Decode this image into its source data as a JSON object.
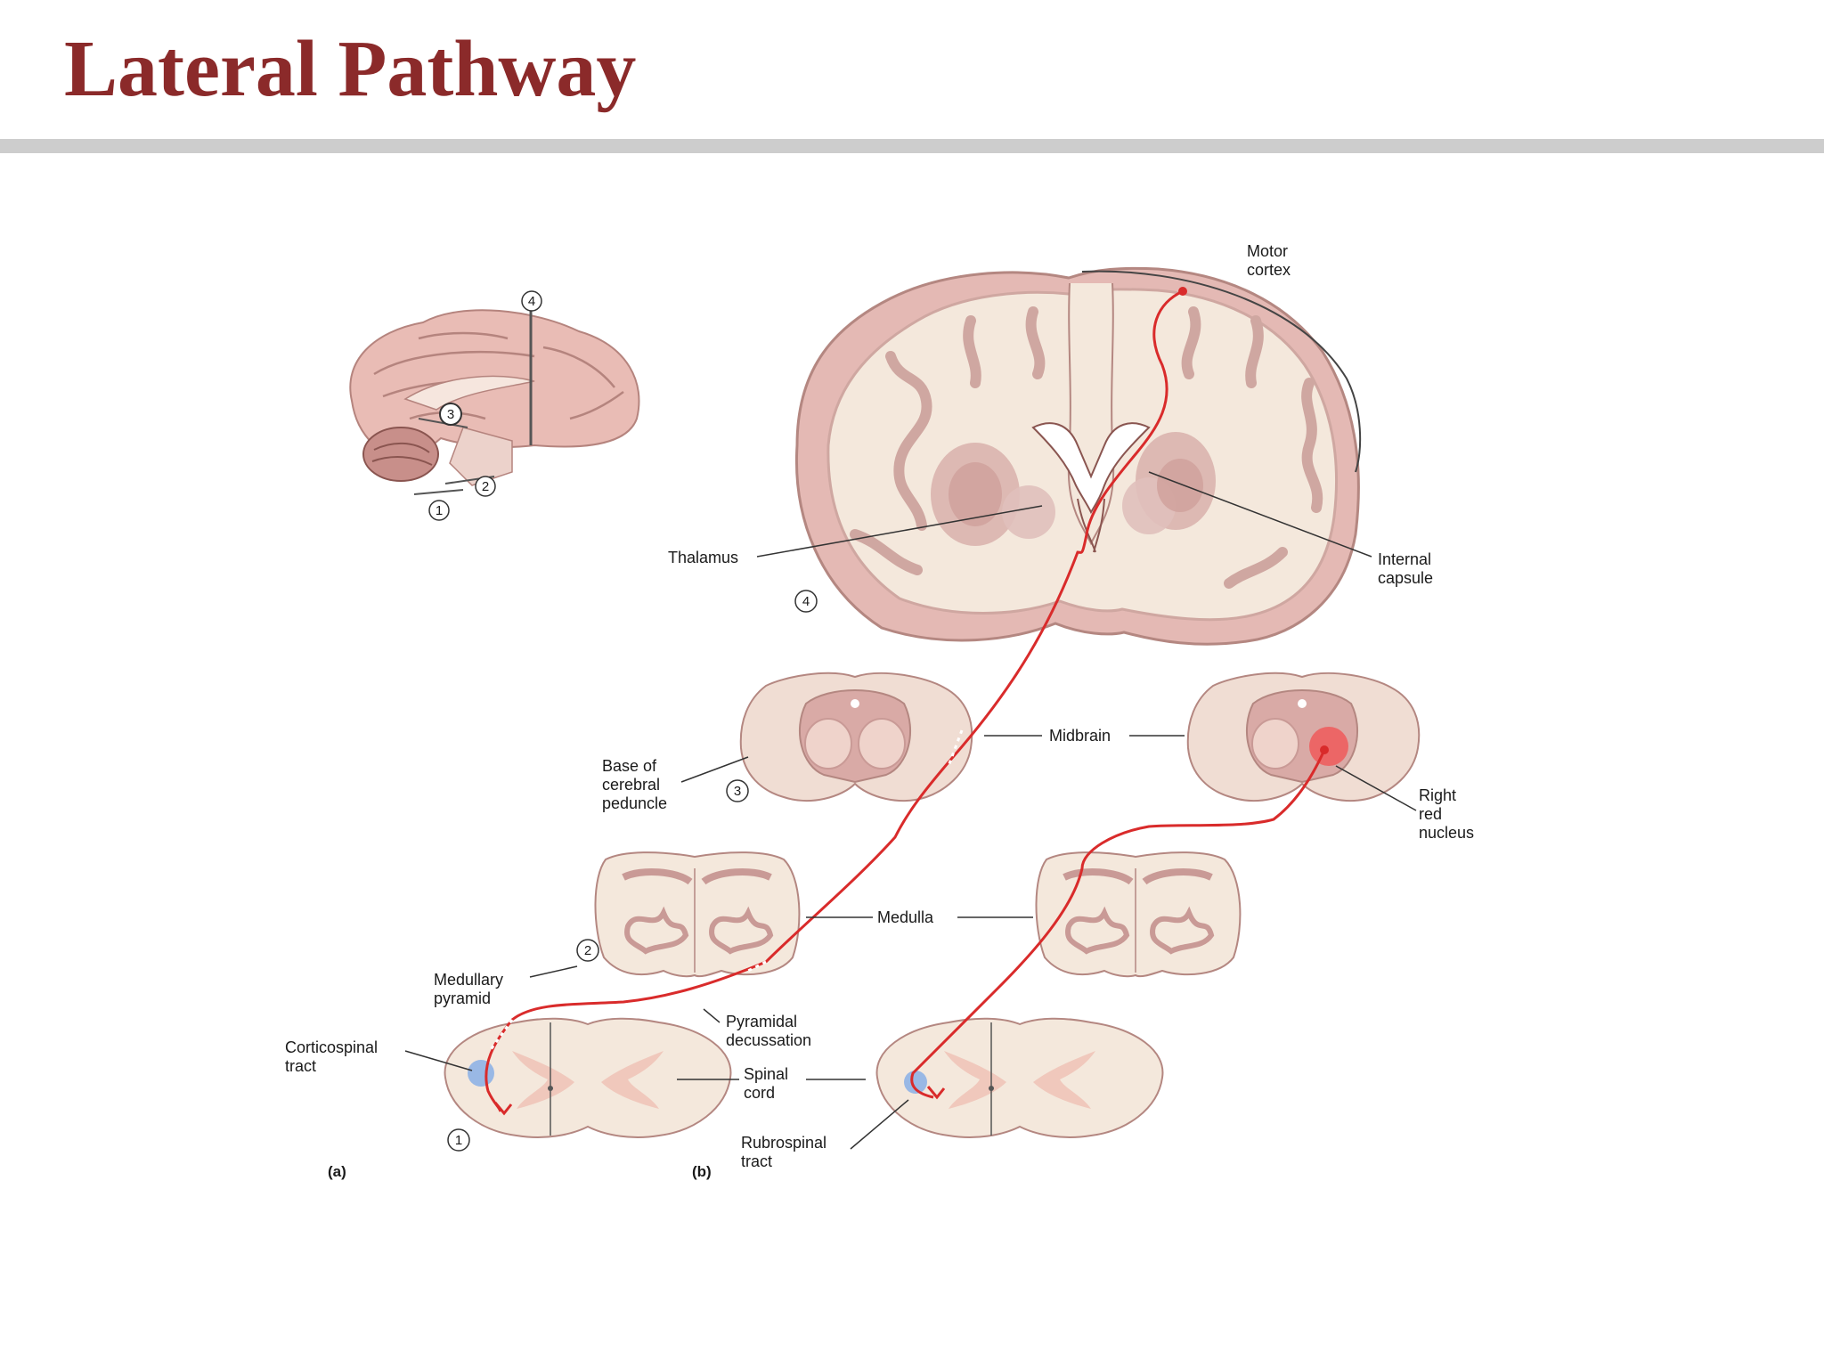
{
  "slide": {
    "title": "Lateral Pathway"
  },
  "figure": {
    "labels": {
      "motor_cortex": [
        "Motor",
        "cortex"
      ],
      "thalamus": [
        "Thalamus"
      ],
      "internal_capsule": [
        "Internal",
        "capsule"
      ],
      "midbrain": [
        "Midbrain"
      ],
      "base_of_cerebral_peduncle": [
        "Base of",
        "cerebral",
        "peduncle"
      ],
      "right_red_nucleus": [
        "Right",
        "red",
        "nucleus"
      ],
      "medulla": [
        "Medulla"
      ],
      "medullary_pyramid": [
        "Medullary",
        "pyramid"
      ],
      "pyramidal_decussation": [
        "Pyramidal",
        "decussation"
      ],
      "corticospinal_tract": [
        "Corticospinal",
        "tract"
      ],
      "spinal_cord": [
        "Spinal",
        "cord"
      ],
      "rubrospinal_tract": [
        "Rubrospinal",
        "tract"
      ]
    },
    "section_numbers": [
      "1",
      "2",
      "3",
      "4"
    ],
    "panel_labels": {
      "a": "(a)",
      "b": "(b)"
    },
    "colors": {
      "tract": "#d92b2b",
      "tissue_pink": "#e8c3bf",
      "tissue_dark": "#c99a96",
      "white_matter": "#f4e8dc",
      "tract_spot_blue": "#8fb3e6",
      "red_nucleus": "#ef5a5a"
    }
  }
}
